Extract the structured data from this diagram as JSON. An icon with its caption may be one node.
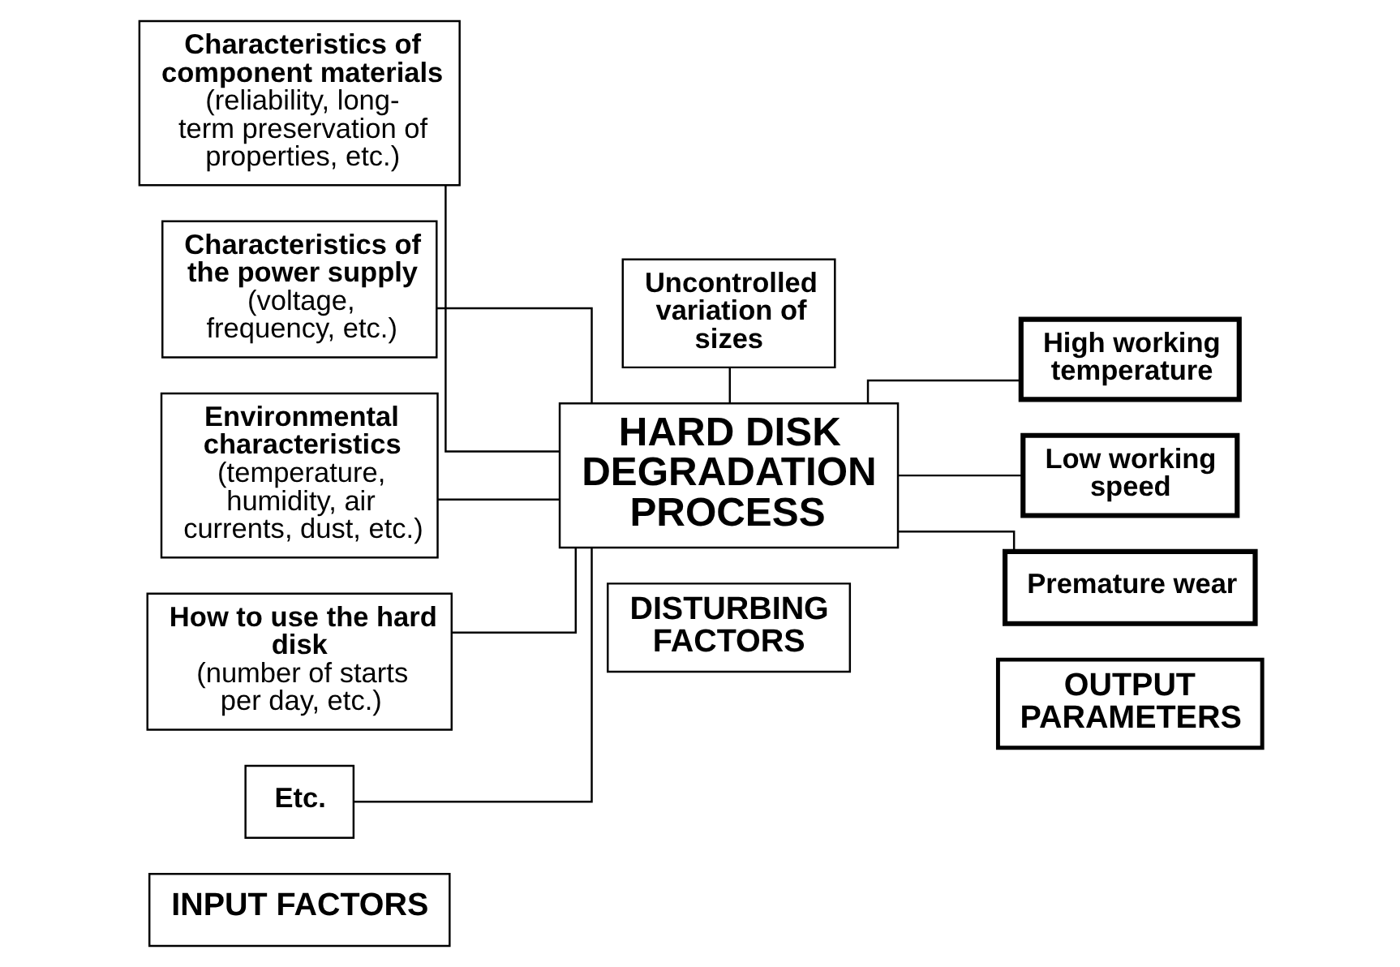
{
  "diagram": {
    "nodes": [
      {
        "text": [
          "INPUT FACTORS"
        ]
      },
      {
        "text": [
          "DISTURBING FACTORS"
        ]
      },
      {
        "text": [
          "OUTPUT PARAMETERS"
        ]
      },
      {
        "text": [
          "Characteristics of component materials",
          "(reliability, long-term preservation of properties, etc.)"
        ]
      },
      {
        "text": [
          "Characteristics of the power supply",
          "(voltage, frequency, etc.)"
        ]
      },
      {
        "text": [
          "Environmental characteristics",
          "(temperature, humidity, air currents, dust, etc.)"
        ]
      },
      {
        "text": [
          "How to use the hard disk",
          "(number of starts per day, etc.)"
        ]
      },
      {
        "text": [
          "Etc."
        ]
      },
      {
        "text": [
          "Uncontrolled variation of sizes"
        ]
      },
      {
        "text": [
          "HARD DISK DEGRADATION PROCESS"
        ]
      },
      {
        "text": [
          "High working temperature"
        ]
      },
      {
        "text": [
          "Low working speed"
        ]
      },
      {
        "text": [
          "Premature wear"
        ]
      }
    ],
    "edges": [
      {
        "from": 3,
        "to": 9,
        "arrow": "none"
      },
      {
        "from": 4,
        "to": 9,
        "arrow": "none"
      },
      {
        "from": 5,
        "to": 9,
        "arrow": "none"
      },
      {
        "from": 6,
        "to": 9,
        "arrow": "none"
      },
      {
        "from": 7,
        "to": 9,
        "arrow": "none"
      },
      {
        "from": 8,
        "to": 9,
        "arrow": "none"
      },
      {
        "from": 9,
        "to": 10,
        "arrow": "none"
      },
      {
        "from": 9,
        "to": 11,
        "arrow": "none"
      },
      {
        "from": 9,
        "to": 12,
        "arrow": "none"
      }
    ]
  }
}
